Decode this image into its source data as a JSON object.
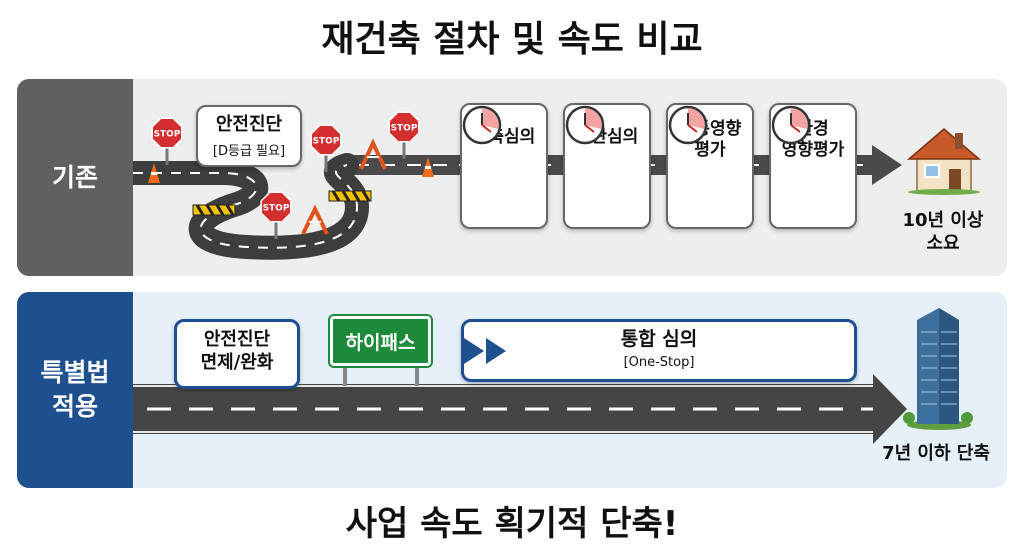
{
  "title": "재건축 절차 및 속도 비교",
  "bottom_title": "사업 속도 획기적 단축!",
  "existing": {
    "label": "기존",
    "safety_check": {
      "title": "안전진단",
      "note": "[D등급 필요]"
    },
    "stop_text": "STOP",
    "reviews": [
      "건축심의",
      "경관심의",
      "교통영향\n평가",
      "환경\n영향평가"
    ],
    "result": "10년 이상\n소요"
  },
  "special": {
    "label": "특별법\n적용",
    "safety_check": "안전진단\n면제/완화",
    "hipass": "하이패스",
    "integrated": {
      "title": "통합 심의",
      "note": "[One-Stop]"
    },
    "result": "7년 이하 단축"
  },
  "colors": {
    "existing_label": "#606060",
    "special_label": "#1e4f8f",
    "sign_green": "#1e8a3c",
    "stop_red": "#d32f2f"
  }
}
